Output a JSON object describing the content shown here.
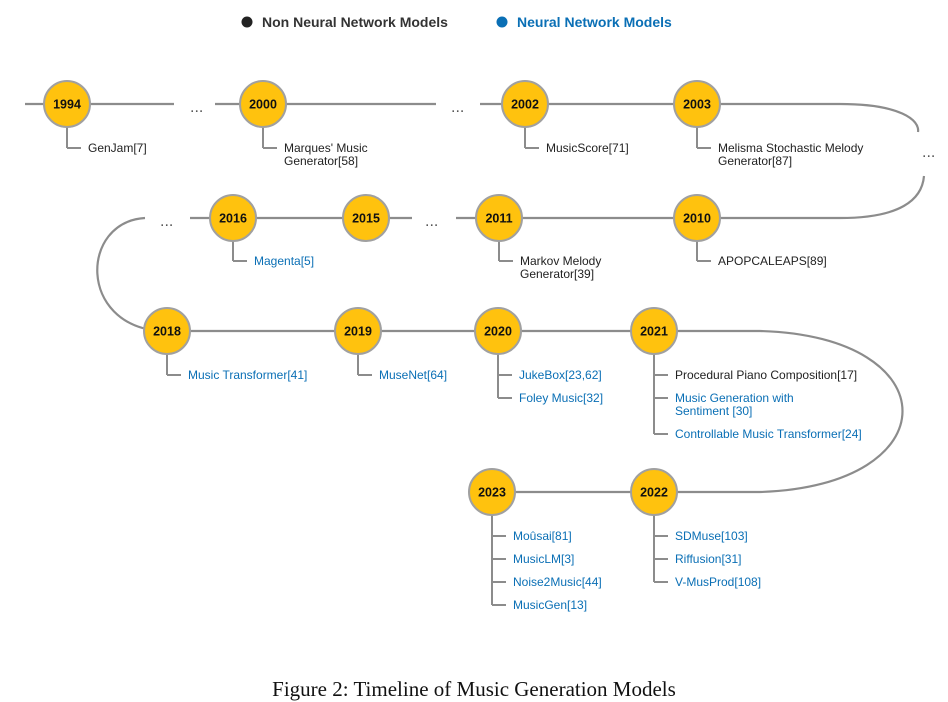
{
  "legend": {
    "non_nn": {
      "label": "Non Neural Network Models",
      "color": "#222222"
    },
    "nn": {
      "label": "Neural Network Models",
      "color": "#0a6fb5"
    }
  },
  "colors": {
    "node_fill": "#ffc20e",
    "node_stroke": "#a0a0a0",
    "line": "#8c8c8c"
  },
  "ellipsis": "...",
  "caption": "Figure 2: Timeline of Music Generation Models",
  "timeline": [
    {
      "year": "1994",
      "models": [
        {
          "lines": [
            "GenJam[7]"
          ],
          "nn": false
        }
      ]
    },
    {
      "year": "2000",
      "models": [
        {
          "lines": [
            "Marques' Music",
            "Generator[58]"
          ],
          "nn": false
        }
      ]
    },
    {
      "year": "2002",
      "models": [
        {
          "lines": [
            "MusicScore[71]"
          ],
          "nn": false
        }
      ]
    },
    {
      "year": "2003",
      "models": [
        {
          "lines": [
            "Melisma Stochastic Melody",
            "Generator[87]"
          ],
          "nn": false
        }
      ]
    },
    {
      "year": "2010",
      "models": [
        {
          "lines": [
            "APOPCALEAPS[89]"
          ],
          "nn": false
        }
      ]
    },
    {
      "year": "2011",
      "models": [
        {
          "lines": [
            "Markov Melody",
            "Generator[39]"
          ],
          "nn": false
        }
      ]
    },
    {
      "year": "2015",
      "models": []
    },
    {
      "year": "2016",
      "models": [
        {
          "lines": [
            "Magenta[5]"
          ],
          "nn": true
        }
      ]
    },
    {
      "year": "2018",
      "models": [
        {
          "lines": [
            "Music Transformer[41]"
          ],
          "nn": true
        }
      ]
    },
    {
      "year": "2019",
      "models": [
        {
          "lines": [
            "MuseNet[64]"
          ],
          "nn": true
        }
      ]
    },
    {
      "year": "2020",
      "models": [
        {
          "lines": [
            "JukeBox[23,62]"
          ],
          "nn": true
        },
        {
          "lines": [
            "Foley Music[32]"
          ],
          "nn": true
        }
      ]
    },
    {
      "year": "2021",
      "models": [
        {
          "lines": [
            "Procedural Piano Composition[17]"
          ],
          "nn": false
        },
        {
          "lines": [
            "Music Generation with",
            "Sentiment [30]"
          ],
          "nn": true
        },
        {
          "lines": [
            "Controllable Music Transformer[24]"
          ],
          "nn": true
        }
      ]
    },
    {
      "year": "2022",
      "models": [
        {
          "lines": [
            "SDMuse[103]"
          ],
          "nn": true
        },
        {
          "lines": [
            "Riffusion[31]"
          ],
          "nn": true
        },
        {
          "lines": [
            "V-MusProd[108]"
          ],
          "nn": true
        }
      ]
    },
    {
      "year": "2023",
      "models": [
        {
          "lines": [
            "Moûsai[81]"
          ],
          "nn": true
        },
        {
          "lines": [
            "MusicLM[3]"
          ],
          "nn": true
        },
        {
          "lines": [
            "Noise2Music[44]"
          ],
          "nn": true
        },
        {
          "lines": [
            "MusicGen[13]"
          ],
          "nn": true
        }
      ]
    }
  ]
}
